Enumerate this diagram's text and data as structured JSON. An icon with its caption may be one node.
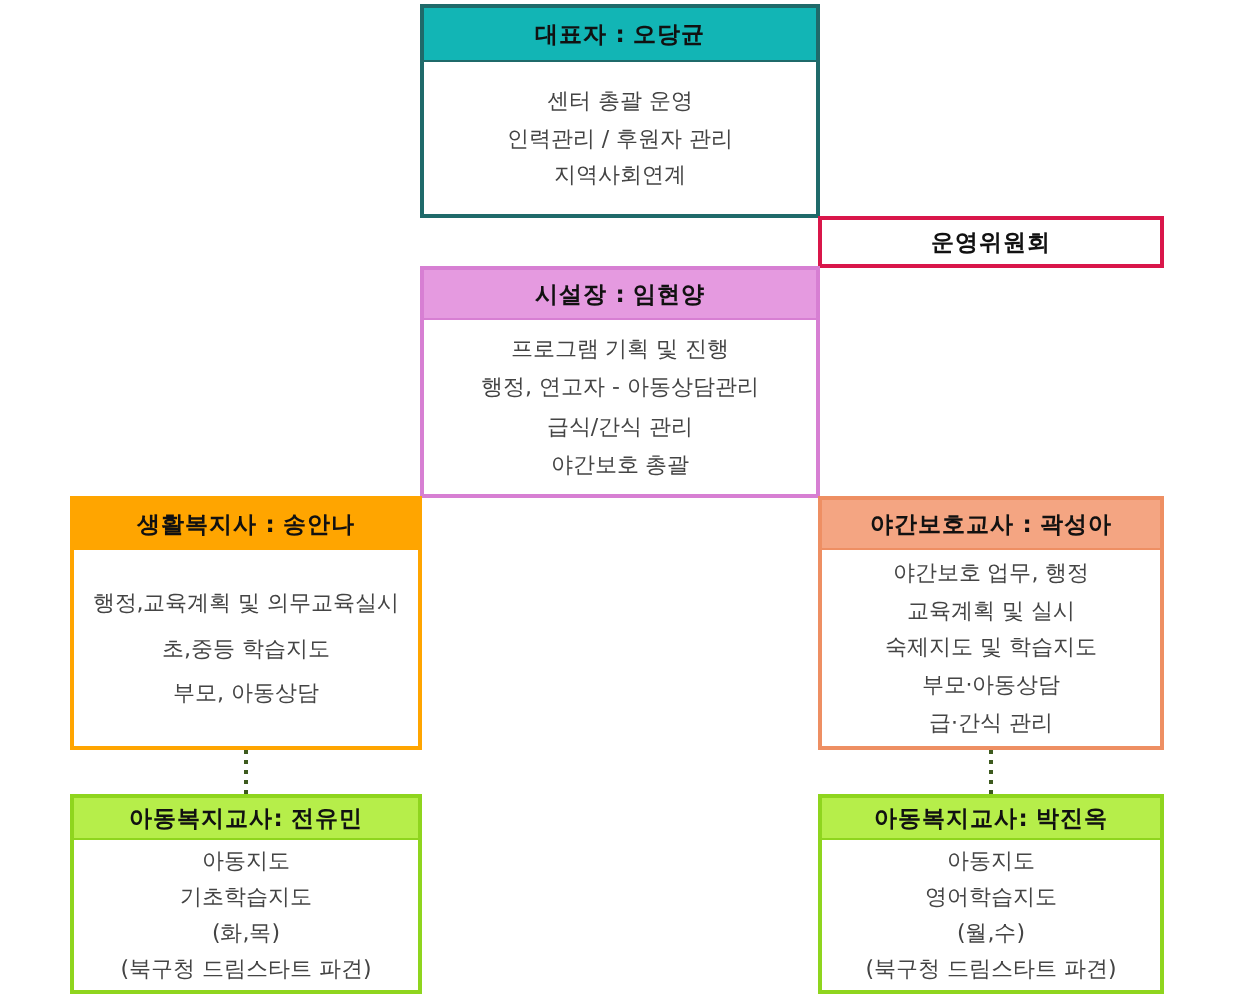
{
  "diagram": {
    "nodes": [
      {
        "text": [
          "대표자 : 오당균",
          "센터 총괄 운영",
          "인력관리 / 후원자 관리",
          "지역사회연계"
        ]
      },
      {
        "text": [
          "운영위원회"
        ]
      },
      {
        "text": [
          "시설장 : 임현양",
          "프로그램 기획 및 진행",
          "행정, 연고자 - 아동상담관리",
          "급식/간식 관리",
          "야간보호 총괄"
        ]
      },
      {
        "text": [
          "생활복지사 : 송안나",
          "행정,교육계획 및 의무교육실시",
          "초,중등 학습지도",
          "부모, 아동상담"
        ]
      },
      {
        "text": [
          "야간보호교사 : 곽성아",
          "야간보호 업무, 행정",
          "교육계획 및 실시",
          "숙제지도 및 학습지도",
          "부모·아동상담",
          "급·간식 관리"
        ]
      },
      {
        "text": [
          "아동복지교사: 전유민",
          "아동지도",
          "기초학습지도",
          "(화,목)",
          "(북구청 드림스타트 파견)"
        ]
      },
      {
        "text": [
          "아동복지교사: 박진옥",
          "아동지도",
          "영어학습지도",
          "(월,수)",
          "(북구청 드림스타트 파견)"
        ]
      }
    ],
    "edges": [
      {
        "from": 3,
        "to": 5,
        "arrow": "none",
        "style": "dashed"
      },
      {
        "from": 4,
        "to": 6,
        "arrow": "none",
        "style": "dashed"
      }
    ]
  }
}
